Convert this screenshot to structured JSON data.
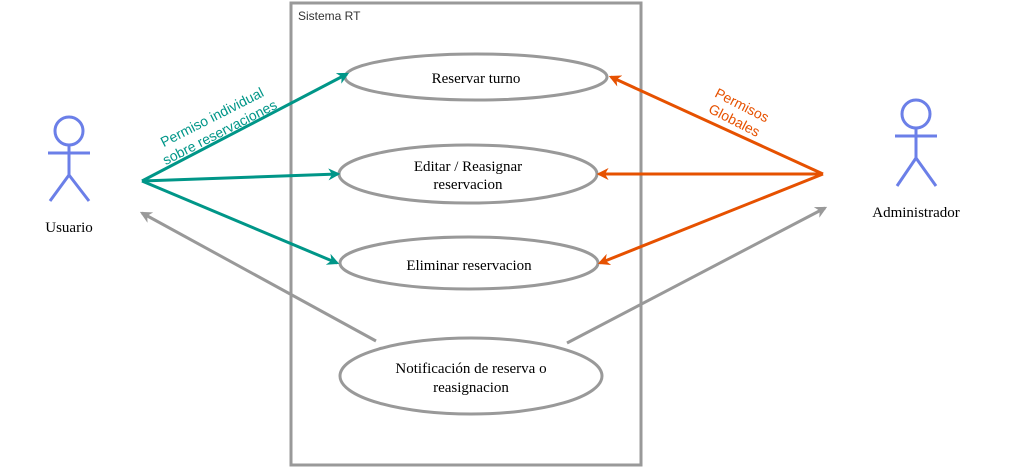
{
  "system": {
    "title": "Sistema RT"
  },
  "actors": {
    "user": {
      "label": "Usuario"
    },
    "admin": {
      "label": "Administrador"
    }
  },
  "use_cases": {
    "reserve": {
      "line1": "Reservar turno"
    },
    "edit": {
      "line1": "Editar / Reasignar",
      "line2": "reservacion"
    },
    "delete": {
      "line1": "Eliminar reservacion"
    },
    "notify": {
      "line1": "Notificación de reserva o",
      "line2": "reasignacion"
    }
  },
  "annotations": {
    "user_permission": {
      "line1": "Permiso individual",
      "line2": "sobre reservaciones"
    },
    "admin_permission": {
      "line1": "Permisos",
      "line2": "Globales"
    }
  },
  "colors": {
    "user_arrow": "#009688",
    "admin_arrow": "#e65100",
    "notify_arrow": "#999999",
    "actor": "#6b7fe8",
    "border": "#999999"
  }
}
